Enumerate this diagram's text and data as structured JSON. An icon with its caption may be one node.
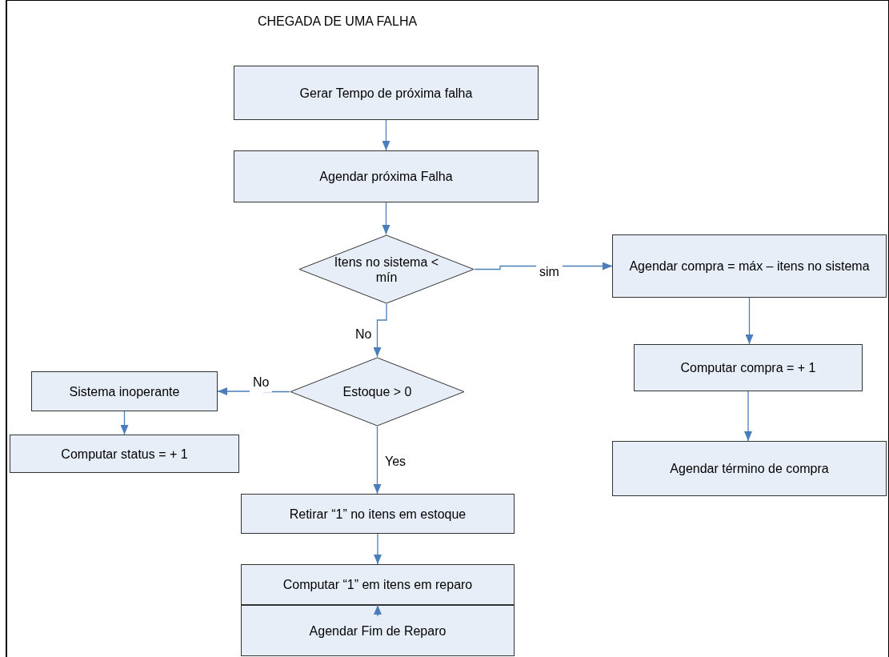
{
  "diagram": {
    "title": "CHEGADA DE UMA FALHA",
    "nodes": [
      {
        "text": [
          "Gerar Tempo de próxima falha"
        ]
      },
      {
        "text": [
          "Agendar próxima Falha"
        ]
      },
      {
        "text": [
          "Itens no sistema < mín"
        ]
      },
      {
        "text": [
          "Agendar compra = máx – itens no sistema"
        ]
      },
      {
        "text": [
          "Estoque > 0"
        ]
      },
      {
        "text": [
          "Sistema inoperante"
        ]
      },
      {
        "text": [
          "Computar status = + 1"
        ]
      },
      {
        "text": [
          "Computar compra = + 1"
        ]
      },
      {
        "text": [
          "Agendar término de compra"
        ]
      },
      {
        "text": [
          "Retirar “1” no itens em estoque"
        ]
      },
      {
        "text": [
          "Computar “1” em itens em reparo"
        ]
      },
      {
        "text": [
          "Agendar Fim de Reparo"
        ]
      }
    ],
    "edges": [
      {
        "from": 0,
        "to": 1,
        "arrow": "to"
      },
      {
        "from": 1,
        "to": 2,
        "arrow": "to"
      },
      {
        "from": 2,
        "to": 3,
        "arrow": "to",
        "label": "sim"
      },
      {
        "from": 2,
        "to": 4,
        "arrow": "to",
        "label": "No"
      },
      {
        "from": 4,
        "to": 5,
        "arrow": "to",
        "label": "No"
      },
      {
        "from": 5,
        "to": 6,
        "arrow": "to"
      },
      {
        "from": 3,
        "to": 7,
        "arrow": "to"
      },
      {
        "from": 7,
        "to": 8,
        "arrow": "to"
      },
      {
        "from": 4,
        "to": 9,
        "arrow": "to",
        "label": "Yes"
      },
      {
        "from": 9,
        "to": 10,
        "arrow": "to"
      },
      {
        "from": 11,
        "to": 10,
        "arrow": "to"
      }
    ]
  }
}
